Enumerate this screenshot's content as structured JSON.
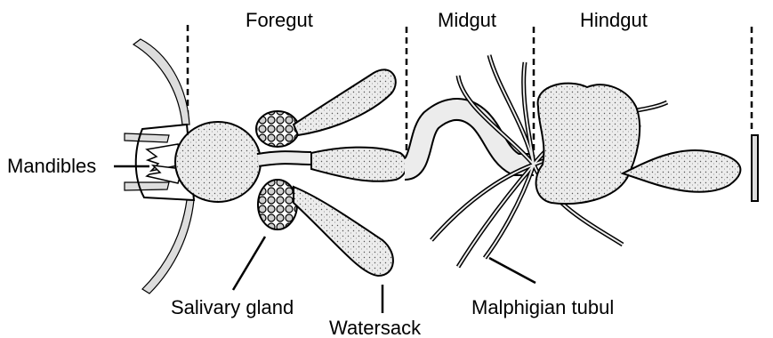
{
  "labels": {
    "foregut": "Foregut",
    "midgut": "Midgut",
    "hindgut": "Hindgut",
    "mandibles": "Mandibles",
    "salivary_gland": "Salivary gland",
    "watersack": "Watersack",
    "malpighian_tubule": "Malphigian tubul"
  },
  "colors": {
    "ink": "#000000",
    "fill": "#ececec",
    "background": "#ffffff"
  }
}
